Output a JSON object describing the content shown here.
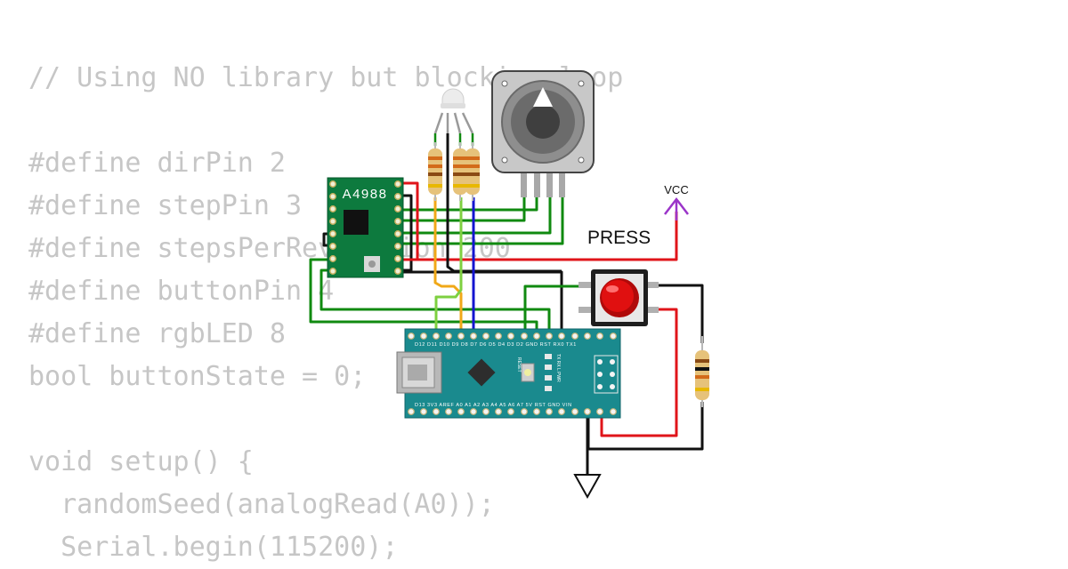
{
  "code_lines": [
    "// Using NO library but blocking loop",
    "",
    "#define dirPin 2",
    "#define stepPin 3",
    "#define stepsPerRevolution 200",
    "#define buttonPin 4",
    "#define rgbLED 8",
    "bool buttonState = 0;",
    "",
    "void setup() {",
    "  randomSeed(analogRead(A0));",
    "  Serial.begin(115200);"
  ],
  "circuit": {
    "driver_label": "A4988",
    "button_label": "PRESS",
    "vcc_label": "VCC",
    "board_labels": {
      "top_pins": "D12 D11 D10 D9 D8 D7 D6 D5 D4 D3 D2 GND RST RX0 TX1",
      "bottom_pins": "D13 3V3 AREF A0 A1 A2 A3 A4 A5 A6 A7 5V RST GND VIN",
      "reset": "RESET",
      "leds": "TX RX L PWR"
    }
  },
  "colors": {
    "code_text": "#c6c6c6",
    "wire_green": "#108a10",
    "wire_red": "#e0141a",
    "wire_black": "#111111",
    "wire_blue": "#1414d0",
    "wire_orange": "#f0a818",
    "wire_lightgreen": "#7ed040",
    "board_teal": "#1a8a8e",
    "driver_green": "#0d7a3e",
    "vcc_purple": "#9b35c9",
    "button_red": "#e01010"
  }
}
